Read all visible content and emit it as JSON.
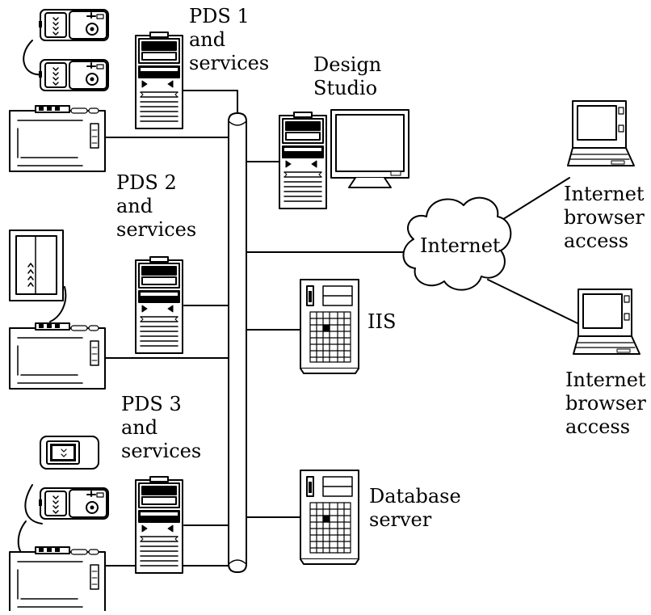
{
  "labels": {
    "pds1": "PDS 1\nand\nservices",
    "design_studio": "Design\nStudio",
    "pds2": "PDS 2\nand\nservices",
    "internet": "Internet",
    "iis": "IIS",
    "pds3": "PDS 3\nand\nservices",
    "database_server": "Database\nserver",
    "browser_access_1": "Internet\nbrowser\naccess",
    "browser_access_2": "Internet\nbrowser\naccess"
  },
  "colors": {
    "stroke": "#000000",
    "background": "#ffffff"
  },
  "icons": [
    "camera-icon",
    "tower-server-icon",
    "monitor-icon",
    "laptop-icon",
    "cloud-icon",
    "handheld-device-icon",
    "kiosk-terminal-icon",
    "network-bus-icon"
  ]
}
